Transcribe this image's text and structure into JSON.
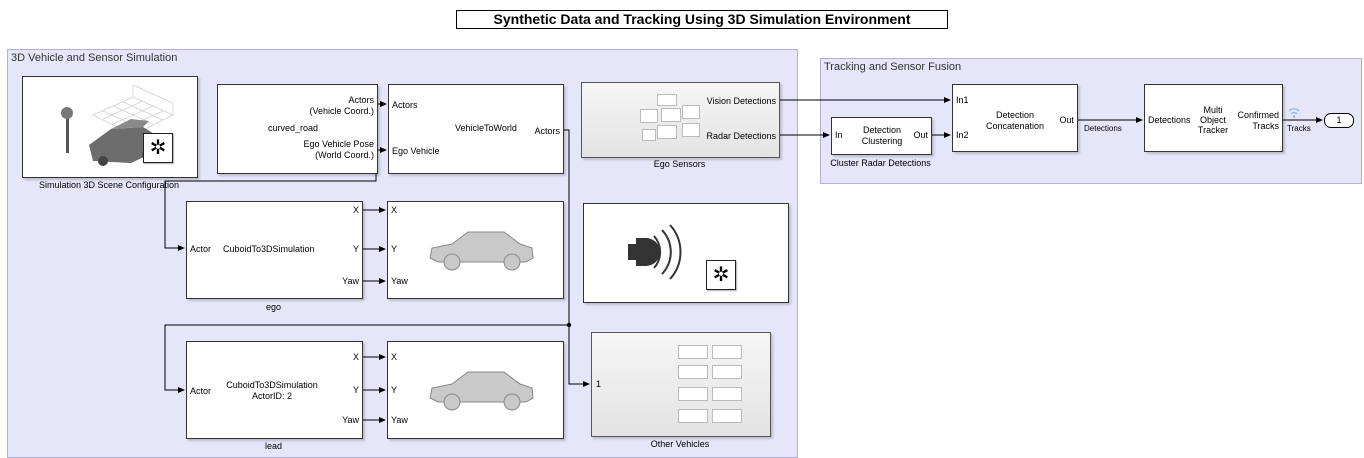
{
  "title": "Synthetic Data and Tracking Using 3D Simulation Environment",
  "areas": {
    "sim": "3D Vehicle and Sensor Simulation",
    "tracking": "Tracking and Sensor Fusion"
  },
  "blocks": {
    "scene": {
      "caption": "Simulation 3D Scene Configuration"
    },
    "scenario": {
      "actors": "Actors",
      "actors_coord": "(Vehicle Coord.)",
      "road": "curved_road",
      "ego_pose": "Ego Vehicle Pose",
      "world_coord": "(World Coord.)"
    },
    "v2w": {
      "in_actors": "Actors",
      "in_ego": "Ego Vehicle",
      "name": "VehicleToWorld",
      "out": "Actors"
    },
    "sensors": {
      "vision": "Vision Detections",
      "radar": "Radar Detections",
      "caption": "Ego Sensors"
    },
    "ego": {
      "actor": "Actor",
      "name": "CuboidTo3DSimulation",
      "x": "X",
      "y": "Y",
      "yaw": "Yaw",
      "caption": "ego"
    },
    "lead": {
      "actor": "Actor",
      "name": "CuboidTo3DSimulation",
      "actor_id": "ActorID: 2",
      "x": "X",
      "y": "Y",
      "yaw": "Yaw",
      "caption": "lead"
    },
    "ego_vehicle": {
      "x": "X",
      "y": "Y",
      "yaw": "Yaw"
    },
    "lead_vehicle": {
      "x": "X",
      "y": "Y",
      "yaw": "Yaw"
    },
    "other": {
      "in": "1",
      "caption": "Other Vehicles"
    },
    "cluster": {
      "in": "In",
      "name1": "Detection",
      "name2": "Clustering",
      "out": "Out",
      "caption": "Cluster Radar Detections"
    },
    "concat": {
      "in1": "In1",
      "in2": "In2",
      "name1": "Detection",
      "name2": "Concatenation",
      "out": "Out"
    },
    "tracker": {
      "in": "Detections",
      "name1": "Multi",
      "name2": "Object",
      "name3": "Tracker",
      "out1": "Confirmed",
      "out2": "Tracks"
    },
    "outport": {
      "num": "1"
    }
  },
  "signals": {
    "detections": "Detections",
    "tracks": "Tracks"
  }
}
